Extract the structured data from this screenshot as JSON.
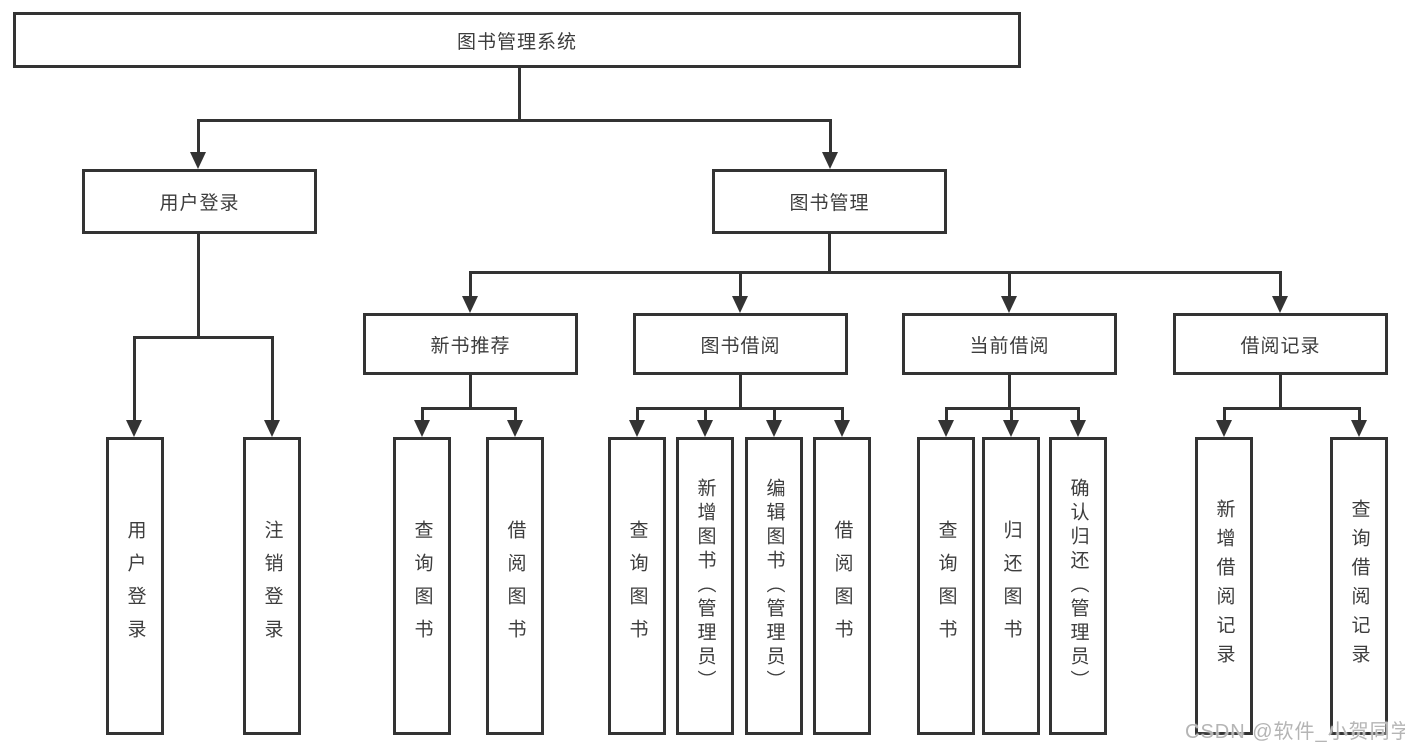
{
  "diagram": {
    "root": {
      "label": "图书管理系统"
    },
    "branches": [
      {
        "label": "用户登录",
        "children": [
          {
            "label": "用户登录"
          },
          {
            "label": "注销登录"
          }
        ]
      },
      {
        "label": "图书管理",
        "children": [
          {
            "label": "新书推荐",
            "children": [
              {
                "label": "查询图书"
              },
              {
                "label": "借阅图书"
              }
            ]
          },
          {
            "label": "图书借阅",
            "children": [
              {
                "label": "查询图书"
              },
              {
                "label": "新增图书（管理员）"
              },
              {
                "label": "编辑图书（管理员）"
              },
              {
                "label": "借阅图书"
              }
            ]
          },
          {
            "label": "当前借阅",
            "children": [
              {
                "label": "查询图书"
              },
              {
                "label": "归还图书"
              },
              {
                "label": "确认归还（管理员）"
              }
            ]
          },
          {
            "label": "借阅记录",
            "children": [
              {
                "label": "新增借阅记录"
              },
              {
                "label": "查询借阅记录"
              }
            ]
          }
        ]
      }
    ]
  },
  "watermark": {
    "text": "CSDN @软件_小贺同学"
  },
  "colors": {
    "line": "#333333",
    "box_border": "#333333",
    "box_fill": "#ffffff",
    "text": "#3d3d3d",
    "watermark": "#b5b5b5",
    "background": "#ffffff"
  }
}
